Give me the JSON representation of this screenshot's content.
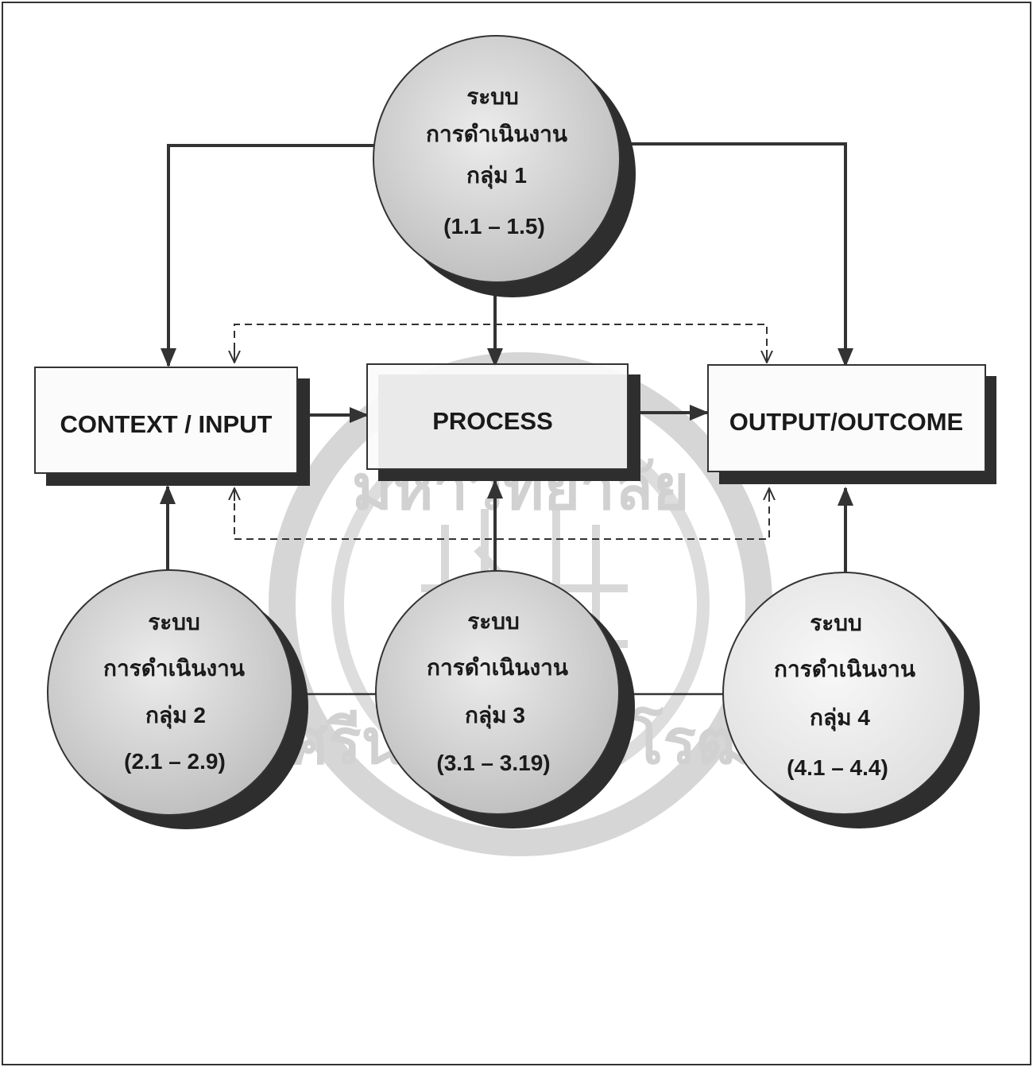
{
  "boxes": {
    "context_input": "CONTEXT / INPUT",
    "process": "PROCESS",
    "output_outcome": "OUTPUT/OUTCOME"
  },
  "groups": [
    {
      "line1": "ระบบ",
      "line2": "การดำเนินงาน",
      "line3": "กลุ่ม 1",
      "line4": "(1.1 – 1.5)"
    },
    {
      "line1": "ระบบ",
      "line2": "การดำเนินงาน",
      "line3": "กลุ่ม 2",
      "line4": "(2.1 – 2.9)"
    },
    {
      "line1": "ระบบ",
      "line2": "การดำเนินงาน",
      "line3": "กลุ่ม 3",
      "line4": "(3.1 – 3.19)"
    },
    {
      "line1": "ระบบ",
      "line2": "การดำเนินงาน",
      "line3": "กลุ่ม 4",
      "line4": "(4.1 – 4.4)"
    }
  ],
  "watermark": {
    "top_text": "มหาวิทยาลัย",
    "bottom_text": "ศรีนครินทรวิโรฒ"
  },
  "colors": {
    "circle_fill": "#d2d2d2",
    "circle_fill_light": "#ececec",
    "shadow": "#2e2e2e",
    "line": "#333333",
    "watermark": "#c9c9c9"
  }
}
